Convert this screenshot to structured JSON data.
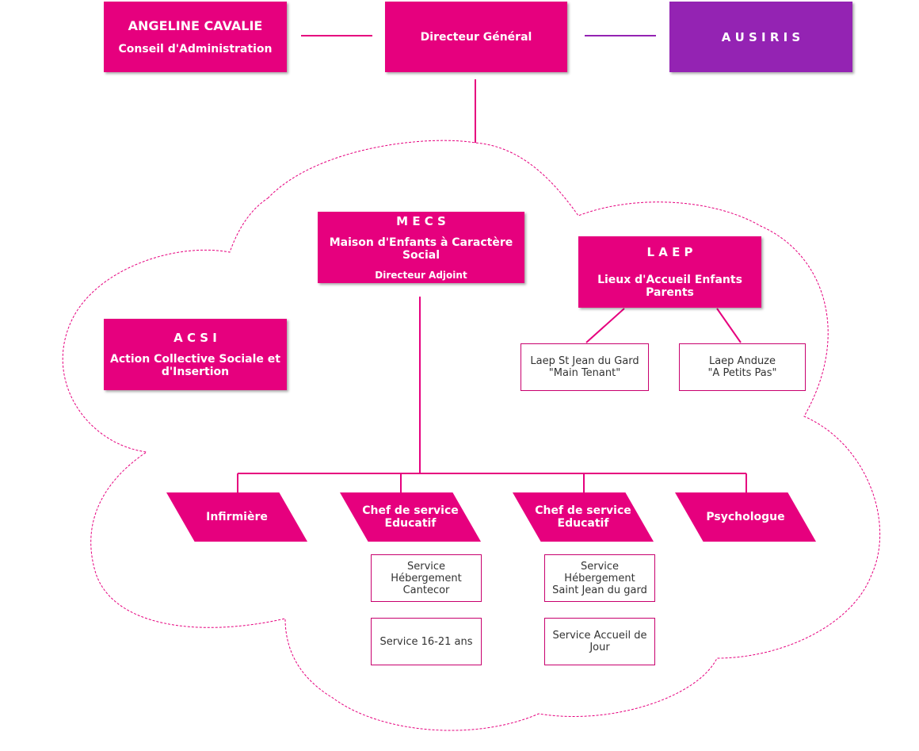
{
  "top": {
    "board": {
      "name": "ANGELINE CAVALIE",
      "role": "Conseil d'Administration"
    },
    "director": {
      "label": "Directeur Général"
    },
    "partner": {
      "label": "A U S I R I S"
    }
  },
  "mecs": {
    "title": "M E C S",
    "subtitle": "Maison d'Enfants à Caractère Social",
    "role": "Directeur Adjoint"
  },
  "laep": {
    "title": "L A E P",
    "subtitle": "Lieux d'Accueil Enfants Parents"
  },
  "acsi": {
    "title": "A C S I",
    "line1": "Action Collective Sociale et",
    "line2": "d'Insertion"
  },
  "laep_sites": [
    {
      "line1": "Laep St Jean du Gard",
      "line2": "\"Main Tenant\""
    },
    {
      "line1": "Laep Anduze",
      "line2": "\"A Petits Pas\""
    }
  ],
  "staff": [
    {
      "line1": "Infirmière",
      "line2": ""
    },
    {
      "line1": "Chef de service",
      "line2": "Educatif"
    },
    {
      "line1": "Chef de service",
      "line2": "Educatif"
    },
    {
      "line1": "Psychologue",
      "line2": ""
    }
  ],
  "services_left": [
    {
      "line1": "Service",
      "line2": "Hébergement",
      "line3": "Cantecor"
    },
    {
      "line1": "Service 16-21 ans",
      "line2": "",
      "line3": ""
    }
  ],
  "services_right": [
    {
      "line1": "Service",
      "line2": "Hébergement",
      "line3": "Saint Jean du gard"
    },
    {
      "line1": "Service Accueil de",
      "line2": "Jour",
      "line3": ""
    }
  ],
  "colors": {
    "pink": "#e6007e",
    "purple": "#9423b3",
    "cloud_outline": "#e6007e"
  }
}
